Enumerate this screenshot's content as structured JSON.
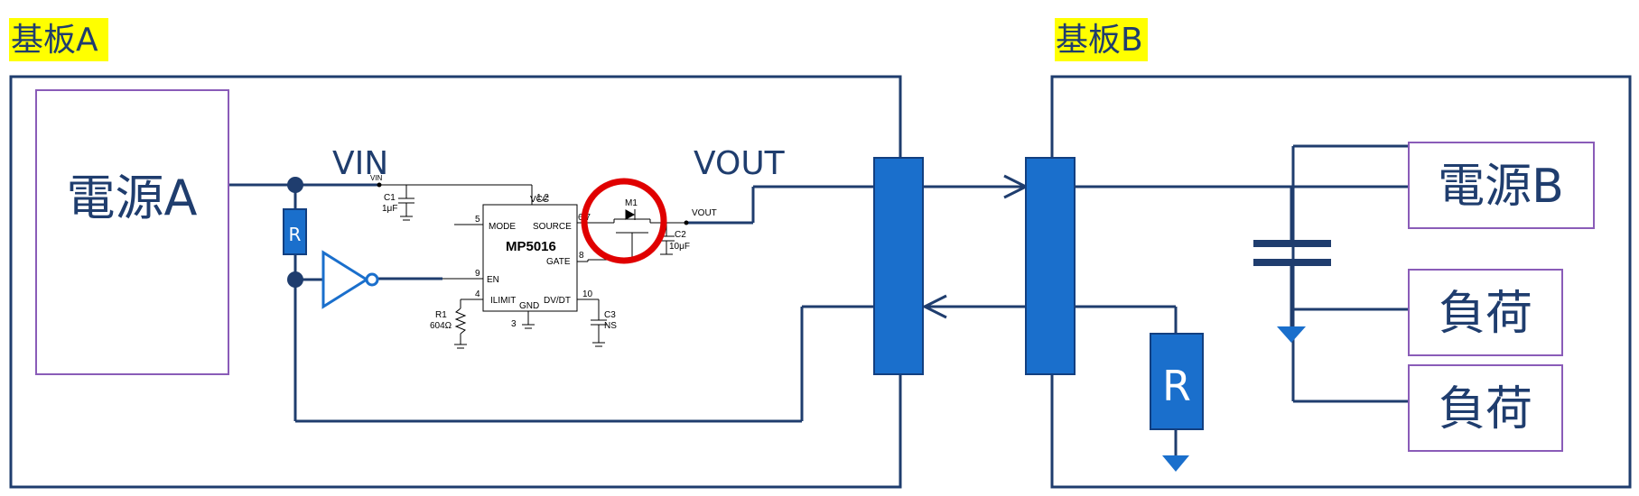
{
  "board_a": {
    "label": "基板A"
  },
  "board_b": {
    "label": "基板B"
  },
  "power_a": {
    "label": "電源A"
  },
  "power_b": {
    "label": "電源B"
  },
  "loads": [
    {
      "label": "負荷"
    },
    {
      "label": "負荷"
    }
  ],
  "resistors": {
    "board_a": "R",
    "board_b": "R"
  },
  "nets": {
    "vin": "VIN",
    "vout": "VOUT"
  },
  "schematic": {
    "ic_name": "MP5016",
    "pins": {
      "vcc": "VCC",
      "mode": "MODE",
      "source": "SOURCE",
      "gate": "GATE",
      "en": "EN",
      "ilimit": "ILIMIT",
      "gnd": "GND",
      "dvdt": "DV/DT"
    },
    "pin_numbers": {
      "vcc": "1,2",
      "mode": "5",
      "source": "6,7",
      "gate": "8",
      "en": "9",
      "ilimit": "4",
      "gnd": "3",
      "dvdt": "10"
    },
    "vin_tag": "VIN",
    "vout_tag": "VOUT",
    "c1_name": "C1",
    "c1_value": "1μF",
    "c2_name": "C2",
    "c2_value": "10μF",
    "c3_name": "C3",
    "c3_value": "NS",
    "r1_name": "R1",
    "r1_value": "604Ω",
    "m1_name": "M1"
  },
  "colors": {
    "label_highlight": "#ffff00",
    "box_border": "#1f3d6e",
    "power_box_border": "#8a5cb8",
    "connector_fill": "#1a6fcc",
    "connector_border": "#123f80",
    "wire": "#1f3d6e",
    "ground": "#1a6fcc",
    "highlight_circle": "#e00000",
    "text": "#1f3d6e"
  }
}
